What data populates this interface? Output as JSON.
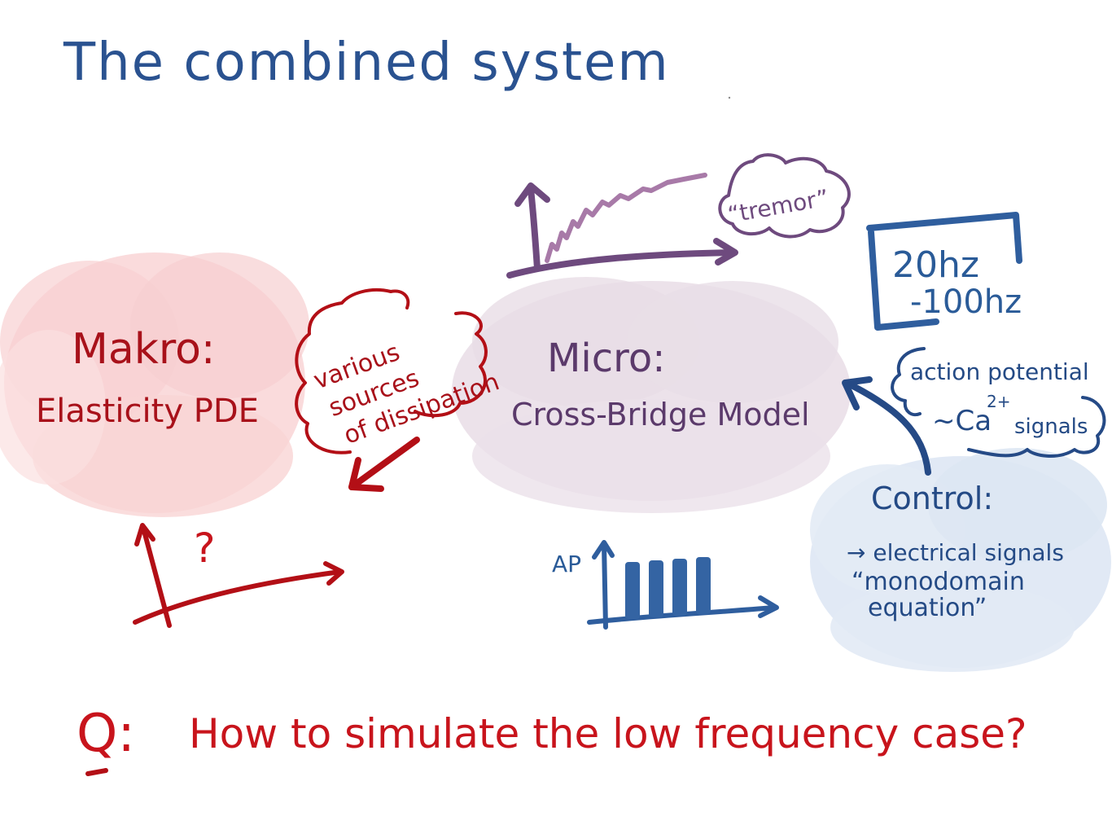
{
  "title": "The combined system",
  "colors": {
    "title": "#2a5290",
    "makro": "#a8111a",
    "makro_cloud": "#f7cfd0",
    "micro": "#5b3a6b",
    "micro_cloud": "#e9dde7",
    "control": "#2a5b98",
    "control_cloud": "#dde7f3",
    "question": "#c8141c"
  },
  "makro": {
    "heading": "Makro:",
    "subtitle": "Elasticity PDE"
  },
  "dissipation_note": {
    "line1": "various",
    "line2": "sources",
    "line3": "of dissipation"
  },
  "micro": {
    "heading": "Micro:",
    "subtitle": "Cross-Bridge Model"
  },
  "tremor_note": "“tremor”",
  "frequency_box": {
    "line1": "20hz",
    "line2": "-100hz"
  },
  "signal_note": {
    "line1": "action potential",
    "line2_prefix": "~Ca",
    "line2_superscript": "2+",
    "line2_suffix": "signals"
  },
  "control": {
    "heading": "Control:",
    "line1": "→ electrical signals",
    "line2": "“monodomain",
    "line3": "equation”"
  },
  "ap_plot": {
    "axis_label": "AP",
    "pulse_count": 4
  },
  "makro_plot": {
    "unknown_label": "?"
  },
  "question": {
    "prefix": "Q:",
    "text": "How to simulate the low frequency case?"
  }
}
